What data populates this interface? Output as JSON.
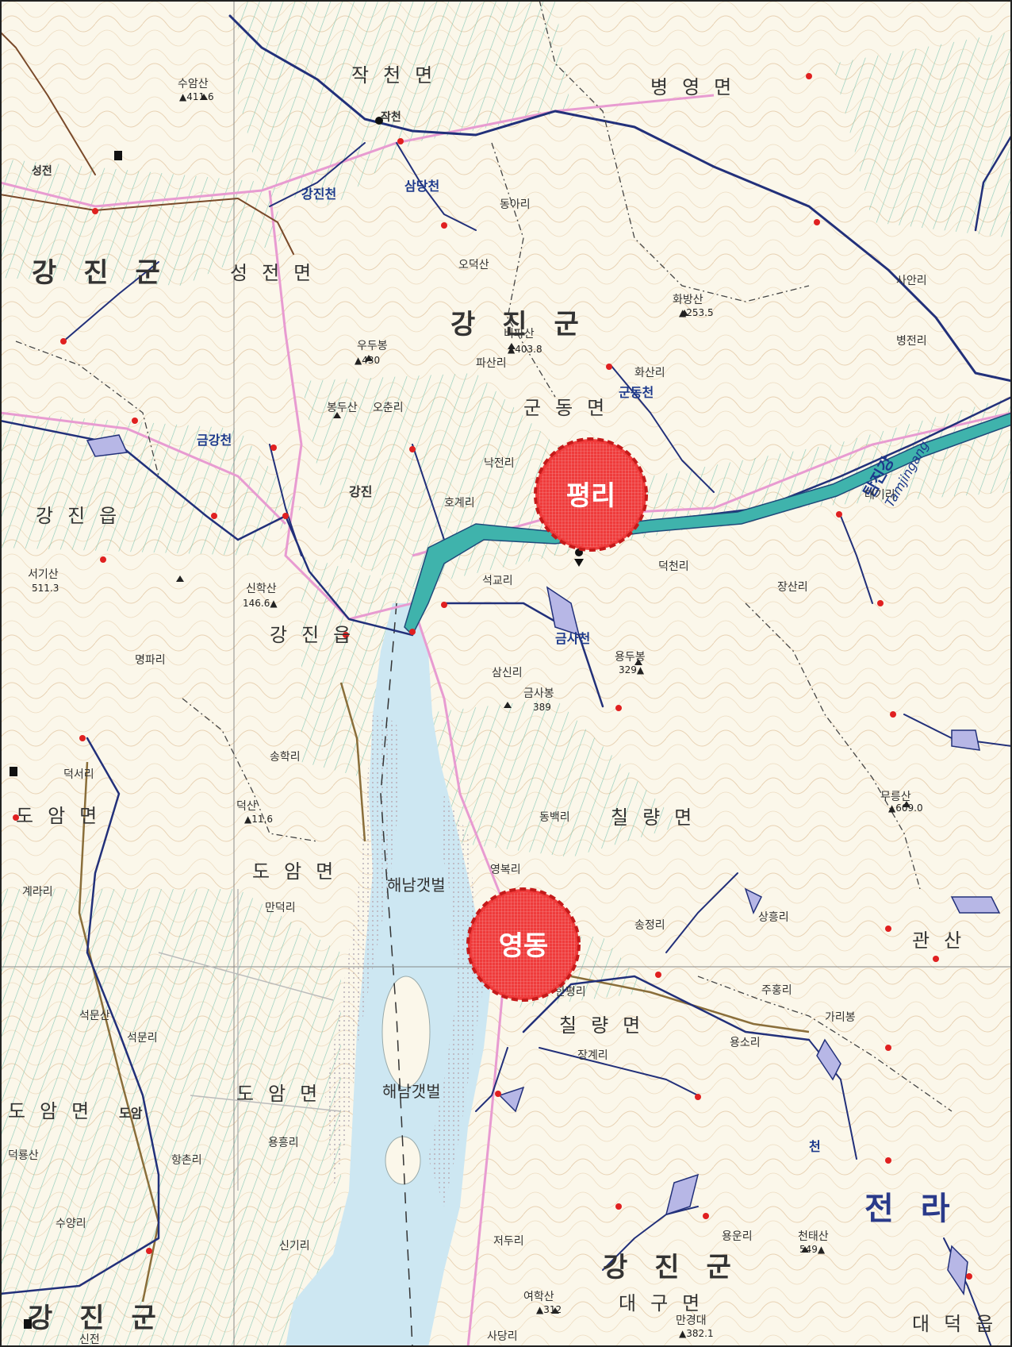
{
  "colors": {
    "land": "#fbf7ea",
    "contour": "#e2c9a6",
    "paddy": "#9cd3c4",
    "sea": "#cde7f2",
    "tidal_flat": "#e6e0e6",
    "river": "#22307a",
    "river_fill": "#3fb3ac",
    "road_main": "#e89bd1",
    "road_minor": "#8a6e3a",
    "marker_fill": "#ef3b3b",
    "marker_outline": "#c41a1a"
  },
  "markers": [
    {
      "label": "평리"
    },
    {
      "label": "영동"
    }
  ],
  "labels": {
    "county_1": "강진군",
    "county_2": "강진군",
    "county_3": "강진군",
    "county_4": "강진군",
    "province": "전라",
    "gangjin_eup": "강진읍",
    "gangjin_eup_2": "강진읍",
    "jakcheon": "작천면",
    "byeongyeong": "병영면",
    "seongjeon": "성전면",
    "gundong": "군동면",
    "chillyang": "칠량면",
    "chillyang_2": "칠량면",
    "doam": "도암면",
    "doam_2": "도암면",
    "doam_3": "도암면",
    "doam_4": "도암면",
    "gwansan": "관산",
    "daegu": "대구면",
    "daedeok": "대덕읍",
    "haenam_flat_1": "해남갯벌",
    "haenam_flat_2": "해남갯벌",
    "tamjingang": "탐진강",
    "tamjingang_en": "Tamjingang",
    "odeoksan": "오덕산",
    "bipasan": "비파산",
    "bipasan_h": "▲403.8",
    "woomubong": "우두봉",
    "woomubong_h": "▲430",
    "bongdusan": "봉두산",
    "sinhaksan": "신학산",
    "sinhaksan_h": "146.6▲",
    "yongdubong": "용두봉",
    "yongdubong_h": "329▲",
    "geumsabong": "금사봉",
    "geumsabong_h": "389",
    "deoksan": "덕산",
    "deoksan_h": "▲11.6",
    "seogisan": "서기산",
    "seogisan_h": "511.3",
    "mureungsan": "무릉산",
    "mureungsan_h": "▲609.0",
    "cheontaesan": "천태산",
    "cheontaesan_h": "549▲",
    "anhaksan": "여학산",
    "anhaksan_h": "▲312",
    "mangudae": "만경대",
    "mangudae_h": "▲382.1",
    "suamsan": "수암산",
    "suamsan_h": "▲411.6",
    "hwabangsan": "화방산",
    "hwabangsan_h": "▲253.5",
    "seogeunsan": "석문산",
    "deokryongsan": "덕룡산",
    "galibong": "가리봉",
    "ri_dongam": "동아리",
    "ri_hwasan": "화산리",
    "ri_pasan": "파산리",
    "ri_hogye": "호계리",
    "ri_seokgyo": "석교리",
    "ri_deokcheon": "덕천리",
    "ri_jangsan": "장산리",
    "ri_myeongpa": "명파리",
    "ri_samsin": "삼신리",
    "ri_songhak": "송학리",
    "ri_dongbaek": "동백리",
    "ri_yeongbok": "영복리",
    "ri_songjeong": "송정리",
    "ri_sangheung": "상흥리",
    "ri_juhong": "주홍리",
    "ri_hanpyeong": "한평리",
    "ri_janggye": "장계리",
    "ri_yongso": "용소리",
    "ri_yongun": "용운리",
    "ri_jeodu": "저두리",
    "ri_sadang": "사당리",
    "ri_hangchon": "항촌리",
    "ri_singi": "신기리",
    "ri_yongheung": "용흥리",
    "ri_mandeok": "만덕리",
    "ri_suyang": "수양리",
    "ri_gyeri": "계라리",
    "ri_deokseo": "덕서리",
    "ri_seokmun": "석문리",
    "ri_byeongjeon": "병전리",
    "ri_sanan": "사안리",
    "ri_ochun": "오춘리",
    "ri_nakjeon": "낙전리",
    "ri_daegi": "대기리",
    "river_gangjin": "강진천",
    "river_geumgang": "금강천",
    "river_gundong": "군동천",
    "river_sang": "삼당천",
    "river_geumsa": "금사천",
    "river_cheon": "천",
    "sinjeon": "신전",
    "doam_town": "도암",
    "gangjin_town": "강진",
    "jakcheon_town": "작천",
    "seongjeon_town": "성전"
  }
}
